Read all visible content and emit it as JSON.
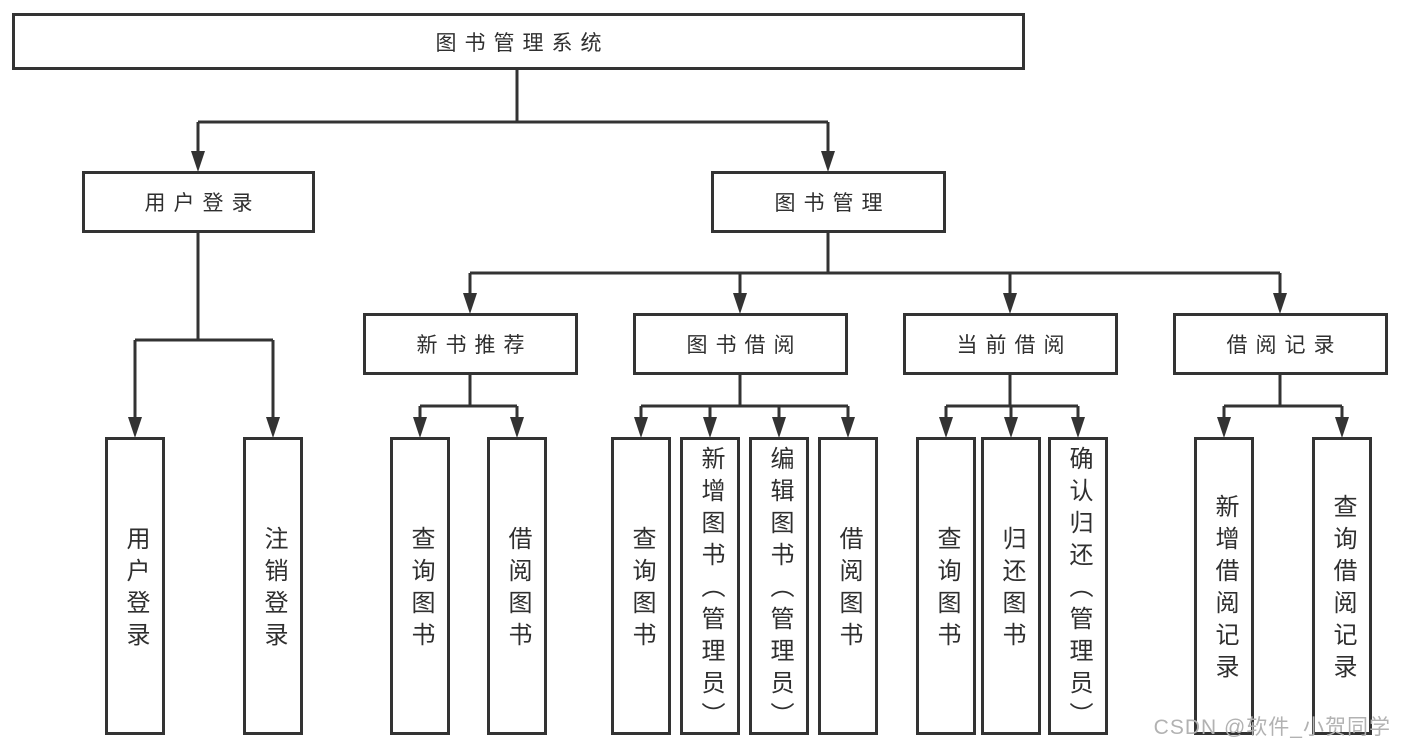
{
  "tree": {
    "root": {
      "label": "图书管理系统"
    },
    "branches": [
      {
        "label": "用户登录",
        "children": [
          {
            "label": "用户登录"
          },
          {
            "label": "注销登录"
          }
        ]
      },
      {
        "label": "图书管理",
        "children": [
          {
            "label": "新书推荐",
            "children": [
              {
                "label": "查询图书"
              },
              {
                "label": "借阅图书"
              }
            ]
          },
          {
            "label": "图书借阅",
            "children": [
              {
                "label": "查询图书"
              },
              {
                "label": "新增图书（管理员）"
              },
              {
                "label": "编辑图书（管理员）"
              },
              {
                "label": "借阅图书"
              }
            ]
          },
          {
            "label": "当前借阅",
            "children": [
              {
                "label": "查询图书"
              },
              {
                "label": "归还图书"
              },
              {
                "label": "确认归还（管理员）"
              }
            ]
          },
          {
            "label": "借阅记录",
            "children": [
              {
                "label": "新增借阅记录"
              },
              {
                "label": "查询借阅记录"
              }
            ]
          }
        ]
      }
    ]
  },
  "watermark": {
    "text": "CSDN @软件_小贺同学",
    "color": "#b2b2b2"
  },
  "colors": {
    "line": "#333333",
    "border": "#333333",
    "text": "#2f2f2f",
    "box_background": "#ffffff",
    "page_background": "#ffffff"
  }
}
